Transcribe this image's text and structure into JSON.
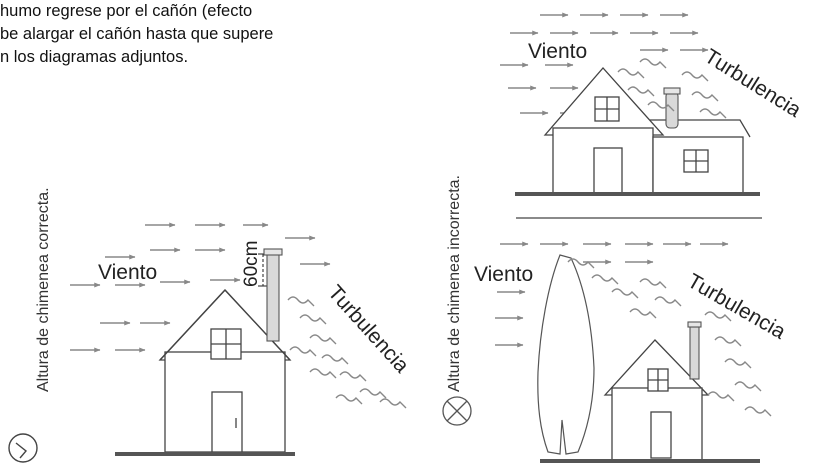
{
  "intro_lines": [
    "humo regrese por el cañón (efecto",
    "be alargar el cañón hasta que supere",
    "n los diagramas adjuntos."
  ],
  "left_panel": {
    "side_label": "Altura de chimenea correcta.",
    "wind_label": "Viento",
    "turbulence_label": "Turbulencia",
    "height_label": "60cm"
  },
  "right_panel": {
    "side_label": "Altura de chimenea incorrecta.",
    "top_diagram": {
      "wind_label": "Viento",
      "turbulence_label": "Turbulencia"
    },
    "bottom_diagram": {
      "wind_label": "Viento",
      "turbulence_label": "Turbulencia"
    }
  }
}
